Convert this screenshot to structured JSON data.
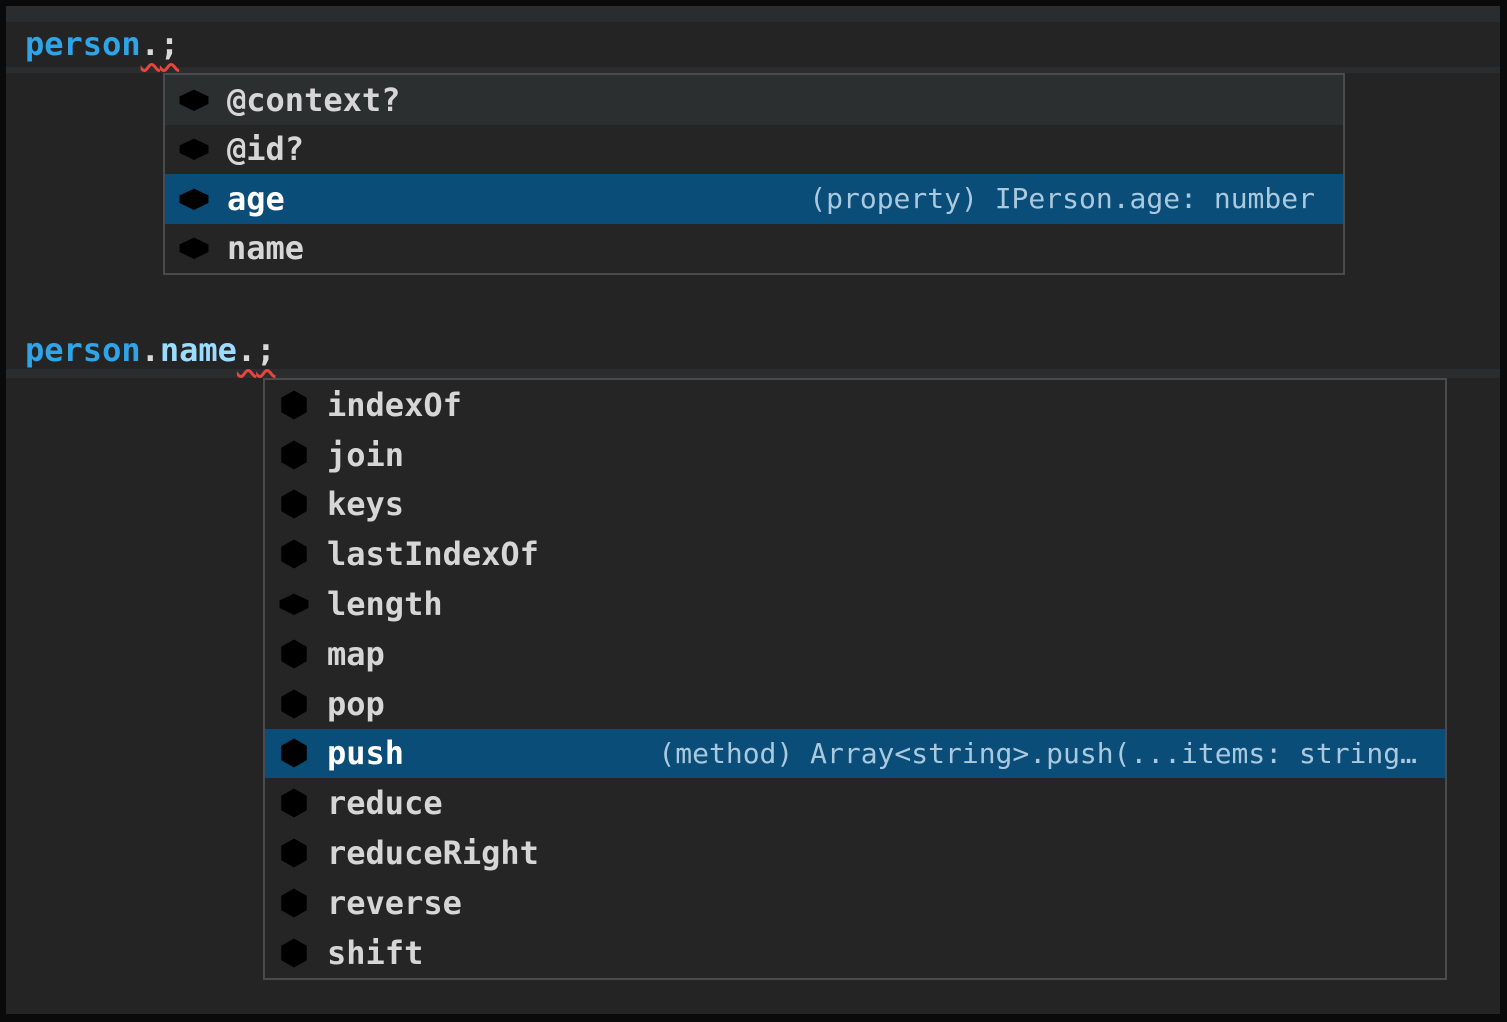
{
  "colors": {
    "selection_bg": "#094D78",
    "person_blue": "#2FA5E8",
    "property_blue": "#9CDCFE",
    "punctuation": "#D9D9D9",
    "error_red": "#E8453C",
    "field_icon_blue": "#3FA3E8",
    "method_icon_purple": "#B180D7",
    "detail_text": "#ABC9DE",
    "label_text": "#D6D6D6",
    "editor_bg": "#242425",
    "popup_bg": "#252526",
    "popup_border": "#4A4B4D",
    "hover_row": "#2C2F30"
  },
  "code_line_1": {
    "variable": "person",
    "dot": ".",
    "semicolon": ";"
  },
  "code_line_2": {
    "variable": "person",
    "dot1": ".",
    "property": "name",
    "dot2": ".",
    "semicolon": ";"
  },
  "suggest_popup_1": {
    "items": [
      {
        "label": "@context?",
        "kind": "field"
      },
      {
        "label": "@id?",
        "kind": "field"
      },
      {
        "label": "age",
        "kind": "field",
        "selected": true,
        "detail": "(property) IPerson.age: number"
      },
      {
        "label": "name",
        "kind": "field"
      }
    ]
  },
  "suggest_popup_2": {
    "items": [
      {
        "label": "indexOf",
        "kind": "method"
      },
      {
        "label": "join",
        "kind": "method"
      },
      {
        "label": "keys",
        "kind": "method"
      },
      {
        "label": "lastIndexOf",
        "kind": "method"
      },
      {
        "label": "length",
        "kind": "field"
      },
      {
        "label": "map",
        "kind": "method"
      },
      {
        "label": "pop",
        "kind": "method"
      },
      {
        "label": "push",
        "kind": "method",
        "selected": true,
        "detail": "(method) Array<string>.push(...items: string…"
      },
      {
        "label": "reduce",
        "kind": "method"
      },
      {
        "label": "reduceRight",
        "kind": "method"
      },
      {
        "label": "reverse",
        "kind": "method"
      },
      {
        "label": "shift",
        "kind": "method"
      }
    ]
  }
}
